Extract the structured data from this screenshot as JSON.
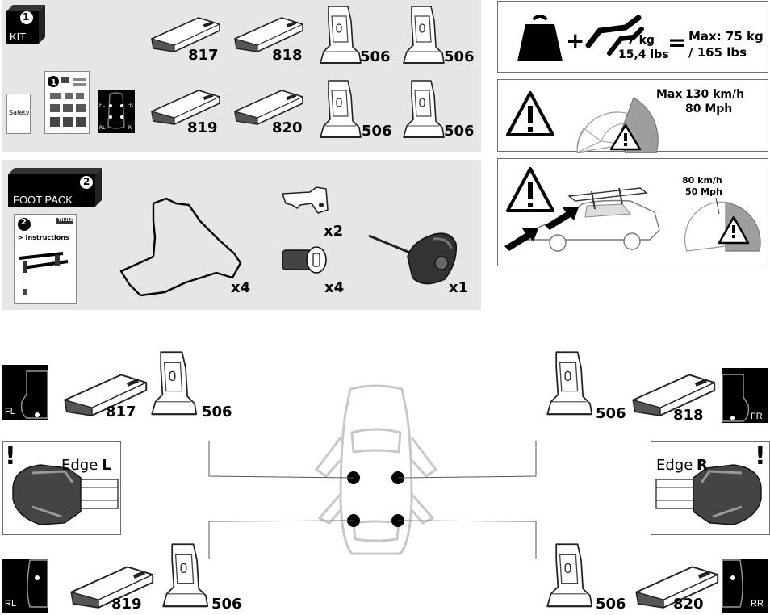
{
  "kit": {
    "step": "1",
    "title": "KIT",
    "safety_label": "Safety",
    "items": [
      {
        "number": "817"
      },
      {
        "number": "818"
      },
      {
        "number": "506"
      },
      {
        "number": "506"
      },
      {
        "number": "819"
      },
      {
        "number": "820"
      },
      {
        "number": "506"
      },
      {
        "number": "506"
      }
    ],
    "position_labels": [
      "FL",
      "FR",
      "RL",
      "R"
    ]
  },
  "foot_pack": {
    "step": "2",
    "title": "FOOT PACK",
    "instructions_step": "2",
    "instructions_label": "> Instructions",
    "brand": "THULE",
    "pad_qty": "x4",
    "key_qty": "x2",
    "lock_qty": "x4",
    "tool_qty": "x1"
  },
  "info": {
    "weight_value": "7 kg",
    "weight_imperial": "15,4 lbs",
    "equals": "=",
    "plus": "+",
    "max_load": "Max: 75 kg",
    "max_load_imperial": "/ 165 lbs",
    "speed_max_prefix": "Max",
    "speed_kmh": "130 km/h",
    "speed_mph": "80 Mph",
    "wind_kmh": "80 km/h",
    "wind_mph": "50 Mph"
  },
  "assembly": {
    "fl": {
      "pos": "FL",
      "pad": "817",
      "foot": "506"
    },
    "fr": {
      "pos": "FR",
      "pad": "818",
      "foot": "506"
    },
    "rl": {
      "pos": "RL",
      "pad": "819",
      "foot": "506"
    },
    "rr": {
      "pos": "RR",
      "pad": "820",
      "foot": "506"
    },
    "edge_left_prefix": "Edge",
    "edge_left_side": "L",
    "edge_right_prefix": "Edge",
    "edge_right_side": "R",
    "warning_mark": "!"
  }
}
